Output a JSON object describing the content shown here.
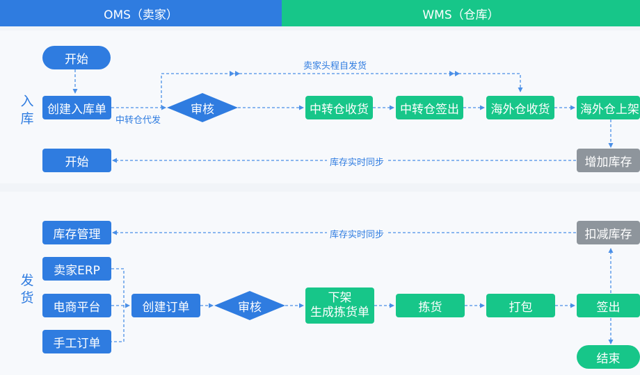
{
  "header": {
    "oms": "OMS（卖家）",
    "wms": "WMS（仓库）"
  },
  "colors": {
    "oms": "#2f7ce0",
    "wms": "#17c689",
    "neutral": "#8e959c",
    "connector": "#4a8fe7"
  },
  "inbound": {
    "section_label": "入库",
    "start": "开始",
    "create_inbound_order": "创建入库单",
    "review": "审核",
    "transfer_receive": "中转仓收货",
    "transfer_signout": "中转仓签出",
    "overseas_receive": "海外仓收货",
    "overseas_shelve": "海外仓上架",
    "add_inventory": "增加库存",
    "end": "开始",
    "label_self_ship": "卖家头程自发货",
    "label_transfer_ship": "中转仓代发",
    "label_sync": "库存实时同步"
  },
  "outbound": {
    "section_label": "发货",
    "inventory_mgmt": "库存管理",
    "seller_erp": "卖家ERP",
    "ecommerce_platform": "电商平台",
    "manual_order": "手工订单",
    "create_order": "创建订单",
    "review": "审核",
    "unshelve_line1": "下架",
    "unshelve_line2": "生成拣货单",
    "pick": "拣货",
    "pack": "打包",
    "signout": "签出",
    "end": "结束",
    "deduct_inventory": "扣减库存",
    "label_sync": "库存实时同步"
  }
}
